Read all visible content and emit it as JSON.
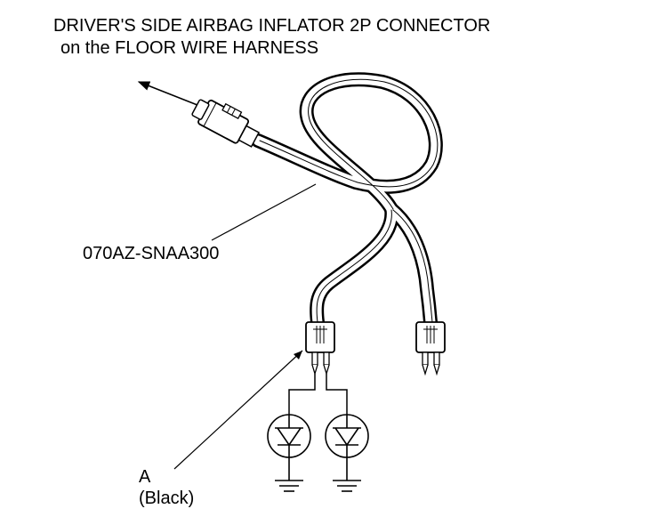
{
  "title": {
    "line1": "DRIVER'S SIDE AIRBAG INFLATOR 2P CONNECTOR",
    "line2": "on the FLOOR WIRE HARNESS"
  },
  "part_number": "070AZ-SNAA300",
  "callout_a": {
    "letter": "A",
    "color_note": "(Black)"
  },
  "icons": [
    "arrow-icon",
    "connector-icon",
    "diode-icon",
    "ground-icon"
  ]
}
